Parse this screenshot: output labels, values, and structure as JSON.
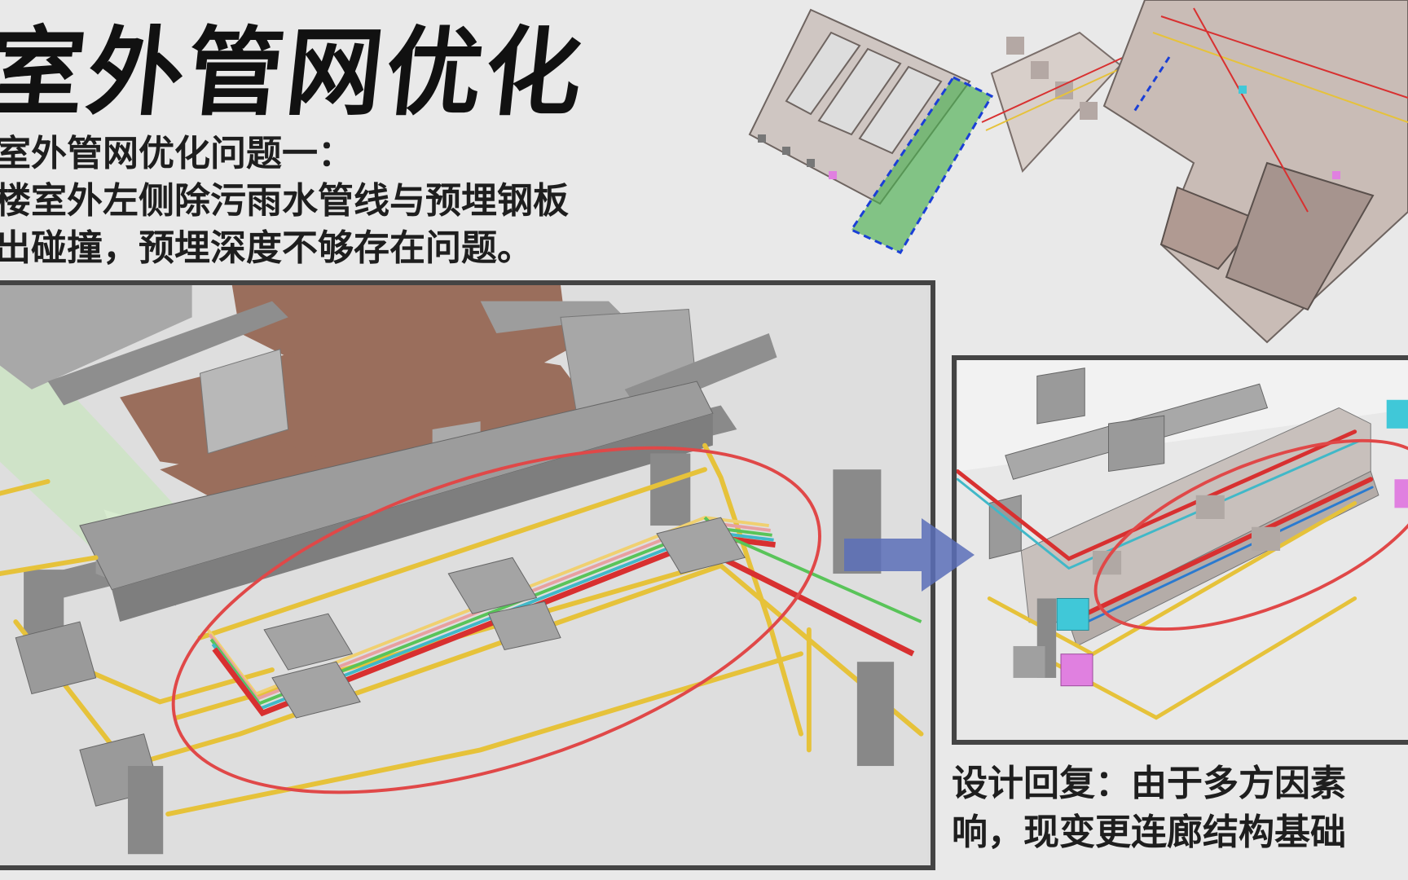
{
  "slide": {
    "title": "室外管网优化",
    "problem_heading": "室外管网优化问题一：",
    "problem_line1": "楼室外左侧除污雨水管线与预埋钢板",
    "problem_line2": "出碰撞，预埋深度不够存在问题。",
    "reply_line1": "设计回复：由于多方因素",
    "reply_line2": "响，现变更连廊结构基础"
  },
  "colors": {
    "annotation_ellipse": "#e04848",
    "arrow": "#5a6fb8",
    "highlight_zone": "#4caf50",
    "selection_dash": "#1a3fd6",
    "pipe_yellow": "#e6c23a",
    "pipe_red": "#d83030",
    "pipe_green": "#59c459",
    "slab_brown": "#9a6e5c",
    "concrete_gray": "#9a9a9a"
  }
}
